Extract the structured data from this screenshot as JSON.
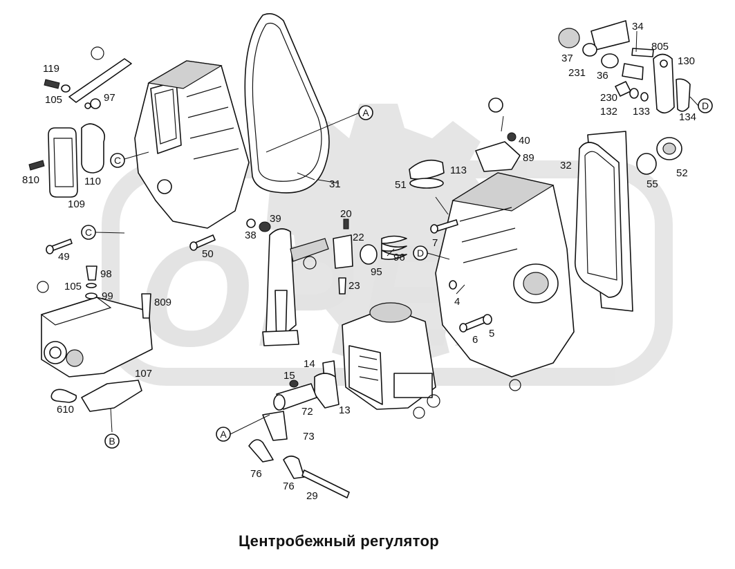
{
  "caption": "Центробежный регулятор",
  "watermark": {
    "text": "OPEX",
    "color": "#e0e0e0"
  },
  "colors": {
    "ink": "#111111",
    "watermark": "#e0e0e0",
    "background": "#ffffff"
  },
  "callout_letters": {
    "A_upper": "A",
    "A_lower": "A",
    "B": "B",
    "C_upper": "C",
    "C_left": "C",
    "D_left": "D",
    "D_right": "D"
  },
  "part_labels": {
    "p119": "119",
    "p105a": "105",
    "p97": "97",
    "p810": "810",
    "p110": "110",
    "p109": "109",
    "p31": "31",
    "p39": "39",
    "p38": "38",
    "p49": "49",
    "p50": "50",
    "p98": "98",
    "p105b": "105",
    "p99": "99",
    "p809": "809",
    "p107": "107",
    "p610": "610",
    "p20": "20",
    "p22": "22",
    "p23": "23",
    "p95": "95",
    "p96": "96",
    "p7": "7",
    "p51": "51",
    "p113": "113",
    "p40": "40",
    "p89": "89",
    "p32": "32",
    "p55": "55",
    "p52": "52",
    "p34": "34",
    "p805": "805",
    "p130": "130",
    "p37": "37",
    "p231": "231",
    "p36": "36",
    "p230": "230",
    "p132": "132",
    "p133": "133",
    "p134": "134",
    "p4": "4",
    "p6": "6",
    "p5": "5",
    "p15": "15",
    "p14": "14",
    "p72": "72",
    "p13": "13",
    "p73": "73",
    "p76a": "76",
    "p76b": "76",
    "p29": "29"
  }
}
